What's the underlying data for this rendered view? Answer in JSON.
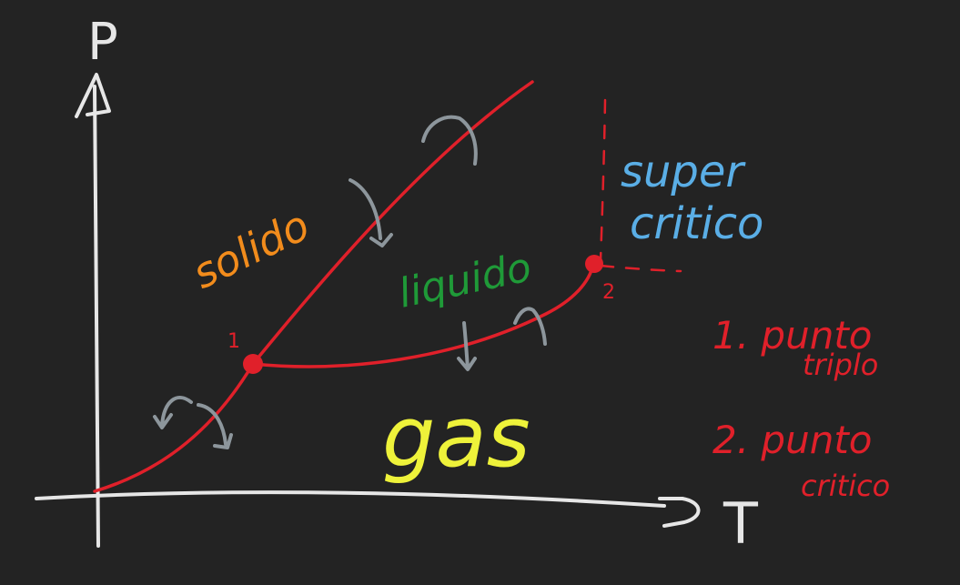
{
  "axes": {
    "y_label": "P",
    "x_label": "T"
  },
  "regions": {
    "solid": "solido",
    "liquid": "liquido",
    "gas": "gas",
    "supercritical_line1": "super",
    "supercritical_line2": "critico"
  },
  "points": {
    "triple_marker": "1",
    "critical_marker": "2"
  },
  "legend": {
    "item1_line1": "1. punto",
    "item1_line2": "triplo",
    "item2_line1": "2. punto",
    "item2_line2": "critico"
  },
  "colors": {
    "background": "#232323",
    "axes": "#e6e6e6",
    "curve": "#e0202a",
    "arrow": "#8d969c",
    "solid_label": "#f28c1c",
    "liquid_label": "#1f9a38",
    "gas_label": "#eef23a",
    "supercritical_label": "#5aaee6",
    "legend": "#e0202a"
  }
}
